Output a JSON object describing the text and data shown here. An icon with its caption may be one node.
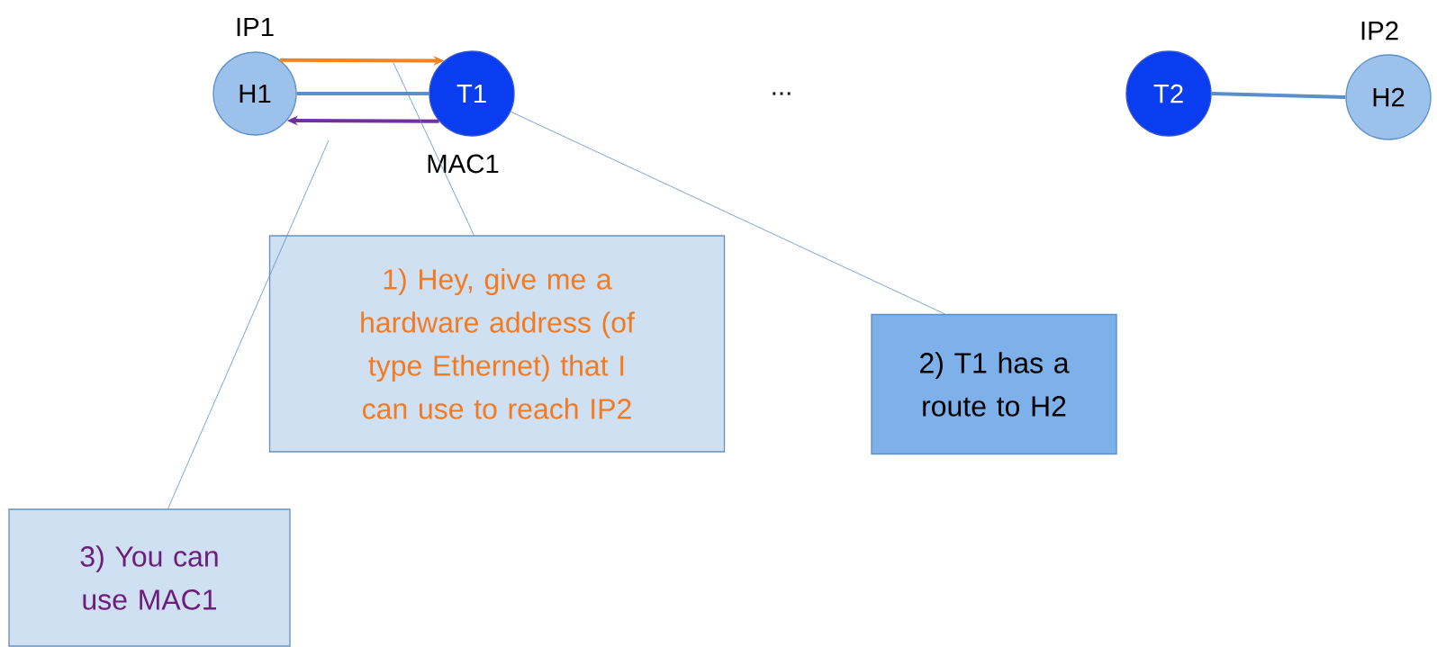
{
  "diagram": {
    "nodes": [
      {
        "text": [
          "H1"
        ],
        "beside": [
          "IP1"
        ]
      },
      {
        "text": [
          "T1"
        ],
        "beside": [
          "MAC1"
        ]
      },
      {
        "text": [
          "T2"
        ]
      },
      {
        "text": [
          "H2"
        ],
        "beside": [
          "IP2"
        ]
      },
      {
        "text": [
          "1) Hey, give me a hardware address (of type Ethernet) that I can use to reach IP2"
        ]
      },
      {
        "text": [
          "2) T1 has a route to H2"
        ]
      },
      {
        "text": [
          "3) You can use MAC1"
        ]
      }
    ],
    "edges": [
      {
        "from": 0,
        "to": 1,
        "arrow": "to",
        "color": "#f5821f"
      },
      {
        "from": 0,
        "to": 1,
        "arrow": "none"
      },
      {
        "from": 1,
        "to": 0,
        "arrow": "to",
        "color": "#7030a0"
      },
      {
        "from": 2,
        "to": 3,
        "arrow": "none"
      },
      {
        "from": 4,
        "to": null,
        "arrow": "none"
      },
      {
        "from": 5,
        "to": 1,
        "arrow": "none"
      },
      {
        "from": 6,
        "to": null,
        "arrow": "none"
      }
    ],
    "labels": [
      "..."
    ]
  }
}
